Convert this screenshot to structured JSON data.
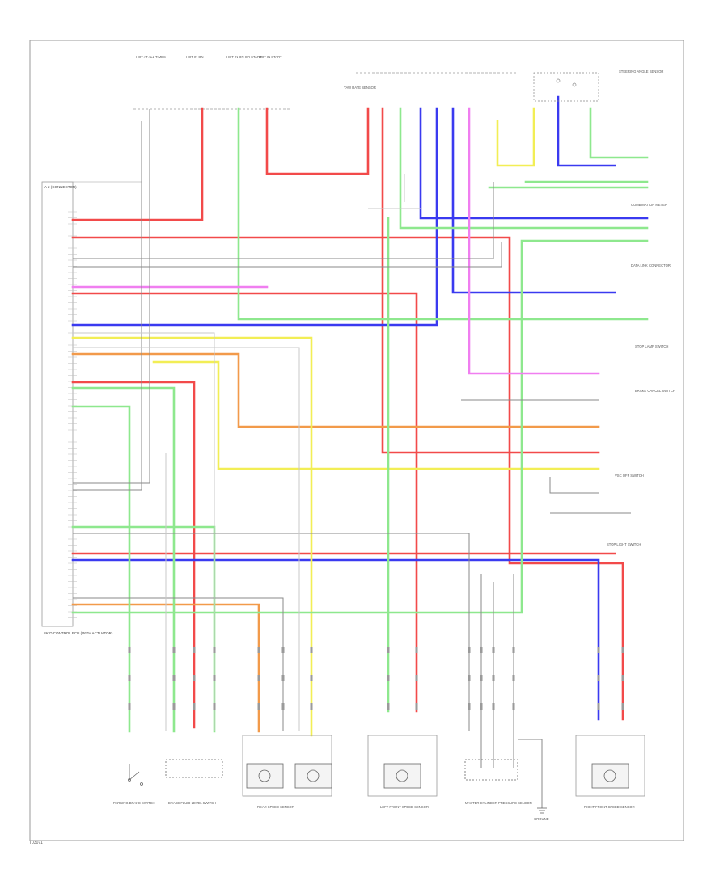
{
  "diagram": {
    "figure_id": "T03071",
    "wire_colors": {
      "red": "#f24a4a",
      "blue": "#3a3af0",
      "green": "#8ee88e",
      "yellow": "#f2ee55",
      "orange": "#f29a4a",
      "pink": "#f07ef0",
      "gray": "#8a8a8a",
      "lightgray": "#c8c8c8",
      "frame": "#9a9a9a"
    },
    "components": {
      "ecm_label": "SKID CONTROL ECU (WITH ACTUATOR)",
      "connector_label": "A 2 (CONNECTOR)",
      "fuse_1": "HOT AT ALL TIMES",
      "fuse_2": "HOT IN ON",
      "fuse_3": "HOT IN ON OR START",
      "fuse_4": "HOT IN START",
      "stop_lamp_switch": "STOP LAMP SWITCH",
      "combination_meter": "COMBINATION METER",
      "parking_brake_sw": "PARKING BRAKE SWITCH",
      "brake_fluid_sw": "BRAKE FLUID LEVEL SWITCH",
      "data_link": "DATA LINK CONNECTOR",
      "brake_cancel": "BRAKE CANCEL SWITCH",
      "stop_light_sw": "STOP LIGHT SWITCH",
      "master_cyl_sw": "MASTER CYLINDER PRESSURE SENSOR",
      "rear_speed_sensors": "REAR SPEED SENSOR",
      "lf_speed_sensor": "LEFT FRONT SPEED SENSOR",
      "yaw_rate_sensor": "YAW RATE SENSOR",
      "rf_speed_sensor": "RIGHT FRONT SPEED SENSOR",
      "steering_sensor": "STEERING ANGLE SENSOR",
      "vsc_off_sw": "VSC OFF SWITCH",
      "ground": "GROUND"
    }
  }
}
